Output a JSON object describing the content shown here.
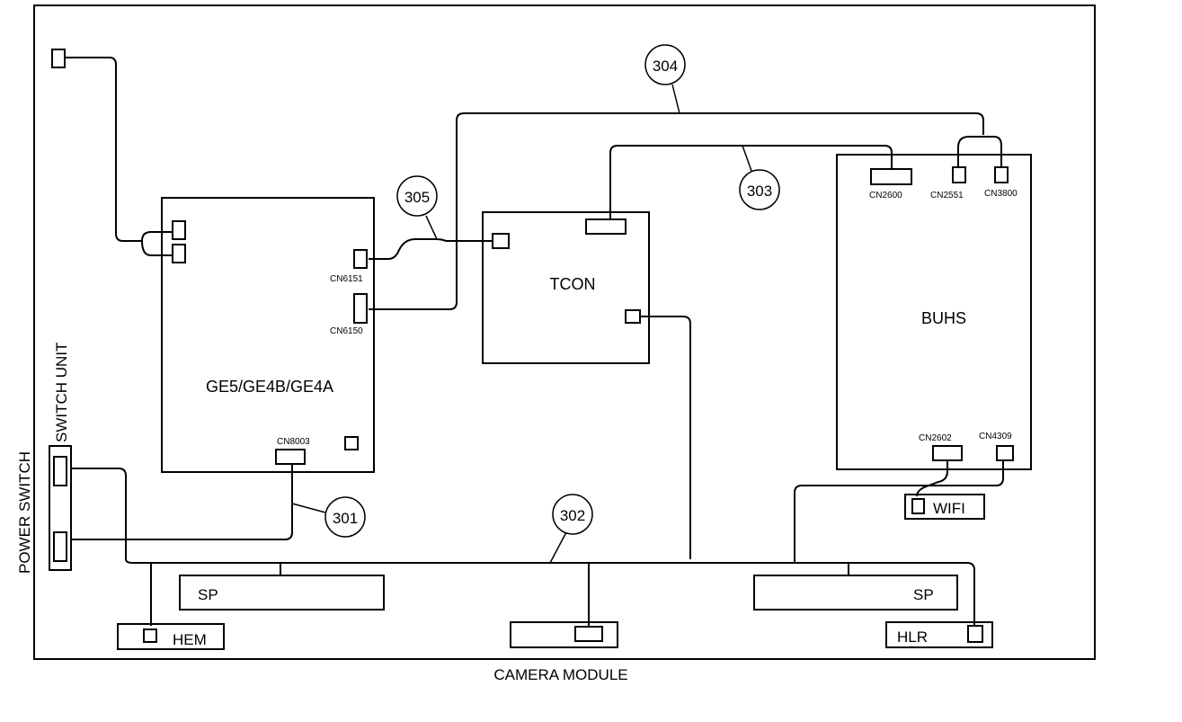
{
  "boards": {
    "ge": "GE5/GE4B/GE4A",
    "tcon": "TCON",
    "buhs": "BUHS",
    "switch_unit": "SWITCH UNIT",
    "power_switch": "POWER SWITCH",
    "sp_left": "SP",
    "sp_right": "SP",
    "hem": "HEM",
    "hlr": "HLR",
    "wifi": "WIFI",
    "camera_module": "CAMERA MODULE"
  },
  "connectors": {
    "cn6151": "CN6151",
    "cn6150": "CN6150",
    "cn8003": "CN8003",
    "cn2600": "CN2600",
    "cn2551": "CN2551",
    "cn3800": "CN3800",
    "cn2602": "CN2602",
    "cn4309": "CN4309"
  },
  "cables": {
    "c301": "301",
    "c302": "302",
    "c303": "303",
    "c304": "304",
    "c305": "305"
  }
}
